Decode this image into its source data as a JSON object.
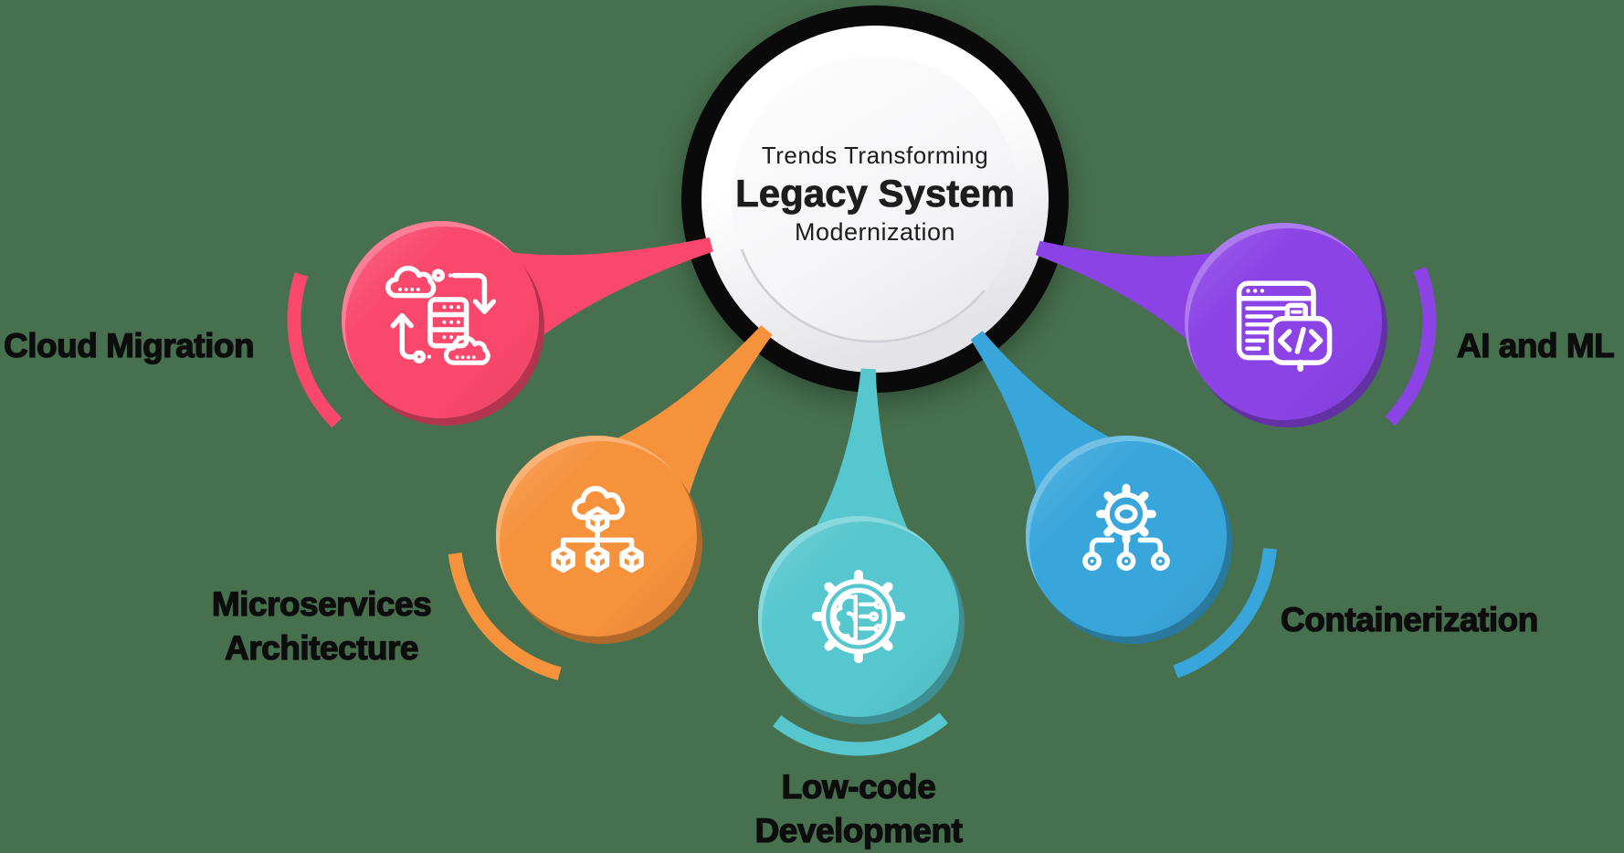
{
  "background_color": "#47704E",
  "center": {
    "line1": "Trends Transforming",
    "line2": "Legacy System",
    "line3": "Modernization",
    "ring_color": "#0a0a0a",
    "circle_color": "#ffffff",
    "text_color": "#1d1d1d"
  },
  "items": [
    {
      "id": "cloud-migration",
      "label": "Cloud Migration",
      "color": "#F9486B",
      "icon": "cloud-migration-icon"
    },
    {
      "id": "microservices",
      "label": "Microservices\nArchitecture",
      "color": "#F6913C",
      "icon": "microservices-architecture-icon"
    },
    {
      "id": "low-code",
      "label": "Low-code\nDevelopment",
      "color": "#56C7CE",
      "icon": "low-code-development-icon"
    },
    {
      "id": "containerization",
      "label": "Containerization",
      "color": "#39A6DB",
      "icon": "containerization-icon"
    },
    {
      "id": "ai-ml",
      "label": "AI and ML",
      "color": "#8B43E6",
      "icon": "ai-and-ml-icon"
    }
  ],
  "label_text_color": "#0d0d0d"
}
